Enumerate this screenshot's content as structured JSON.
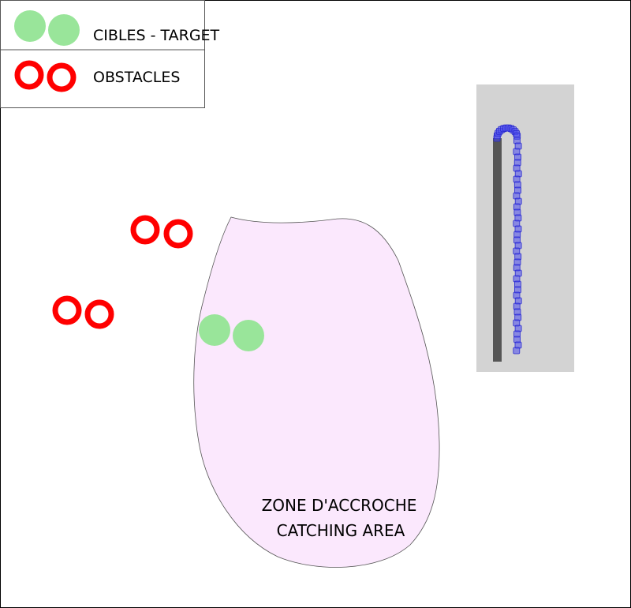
{
  "legend": {
    "targets_label": "CIBLES - TARGET",
    "obstacles_label": "OBSTACLES"
  },
  "zone": {
    "line1": "ZONE D'ACCROCHE",
    "line2": "CATCHING AREA"
  },
  "colors": {
    "target": "#99e59a",
    "obstacle": "#ff0000",
    "zone_fill": "#fbe8fd",
    "panel": "#d3d3d3",
    "rod": "#555555",
    "trail": "#4a4aee",
    "frame": "#000000"
  },
  "icons": {
    "target": "green-disc-icon",
    "obstacle": "red-ring-icon"
  }
}
